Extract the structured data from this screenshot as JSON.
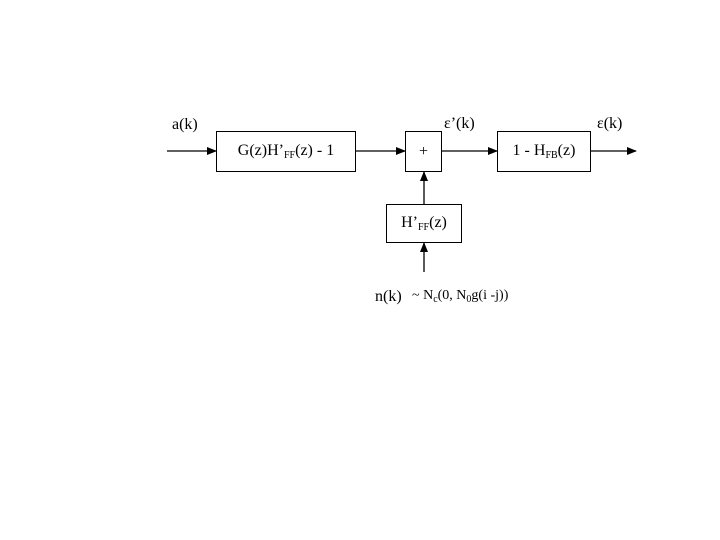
{
  "diagram": {
    "input_label": "a(k)",
    "intermediate_label": "ε’(k)",
    "output_label": "ε(k)",
    "block_g": {
      "main": "G(z)H’",
      "sub": "FF",
      "tail": "(z) - 1"
    },
    "sum_symbol": "+",
    "block_fb": {
      "main": "1 - H",
      "sub": "FB",
      "tail": "(z)"
    },
    "block_ff": {
      "main": "H’",
      "sub": "FF",
      "tail": "(z)"
    },
    "noise_label": "n(k)",
    "noise_dist": {
      "t1": "~ N",
      "sub1": "c",
      "t2": "(0, N",
      "sub2": "0",
      "t3": "g(i -j))"
    }
  }
}
